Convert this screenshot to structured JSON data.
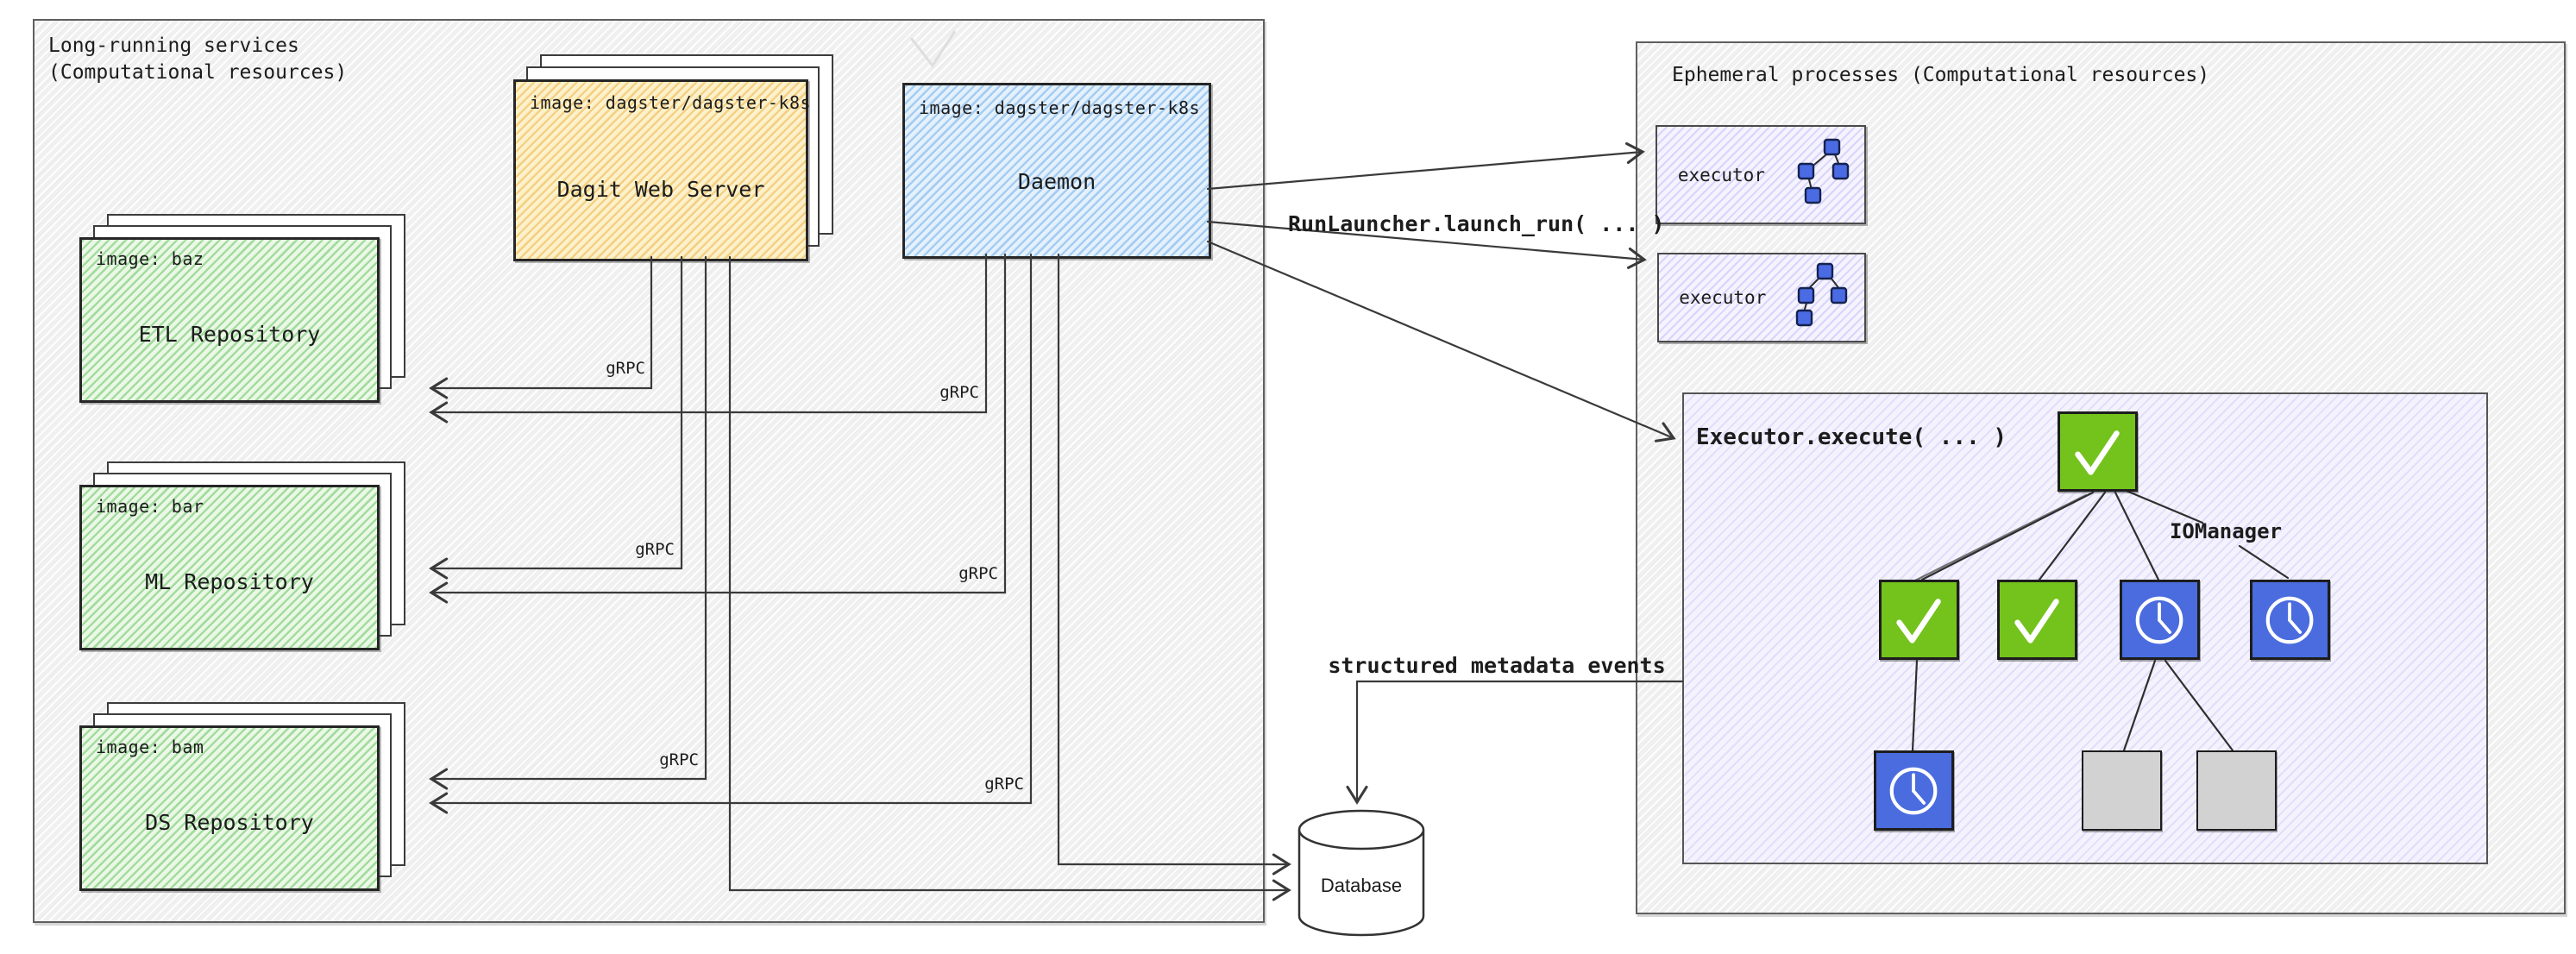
{
  "panels": {
    "long_running": {
      "title_line1": "Long-running services",
      "title_line2": "(Computational resources)",
      "repos": [
        {
          "image": "image: baz",
          "name": "ETL Repository"
        },
        {
          "image": "image: bar",
          "name": "ML Repository"
        },
        {
          "image": "image: bam",
          "name": "DS Repository"
        }
      ],
      "dagit": {
        "image": "image: dagster/dagster-k8s",
        "name": "Dagit Web Server"
      },
      "daemon": {
        "image": "image: dagster/dagster-k8s",
        "name": "Daemon"
      }
    },
    "ephemeral": {
      "title": "Ephemeral processes (Computational resources)",
      "executors": [
        {
          "label": "executor"
        },
        {
          "label": "executor"
        }
      ],
      "execute_box": {
        "title": "Executor.execute( ... )",
        "iomanager": "IOManager",
        "op_nodes": [
          {
            "id": "root",
            "status": "success"
          },
          {
            "id": "child-1",
            "status": "success"
          },
          {
            "id": "child-2",
            "status": "success"
          },
          {
            "id": "child-3",
            "status": "waiting"
          },
          {
            "id": "child-4",
            "status": "waiting"
          },
          {
            "id": "grandchild-1",
            "status": "waiting"
          },
          {
            "id": "grandchild-2",
            "status": "pending"
          },
          {
            "id": "grandchild-3",
            "status": "pending"
          }
        ]
      }
    }
  },
  "edges": {
    "grpc": "gRPC",
    "run_launcher": "RunLauncher.launch_run( ... )",
    "metadata_events": "structured metadata events"
  },
  "database": {
    "label": "Database"
  },
  "colors": {
    "node_success_green": "#74c21c",
    "node_waiting_blue": "#4a6cdf",
    "node_pending_gray": "#d2d2d2",
    "dagit_yellow": "#fdf0c8",
    "daemon_blue": "#e2f0fc",
    "repo_green": "#e9f8e3",
    "executor_lavender": "#f5f3fe",
    "line_ink": "#3a3a3a"
  }
}
